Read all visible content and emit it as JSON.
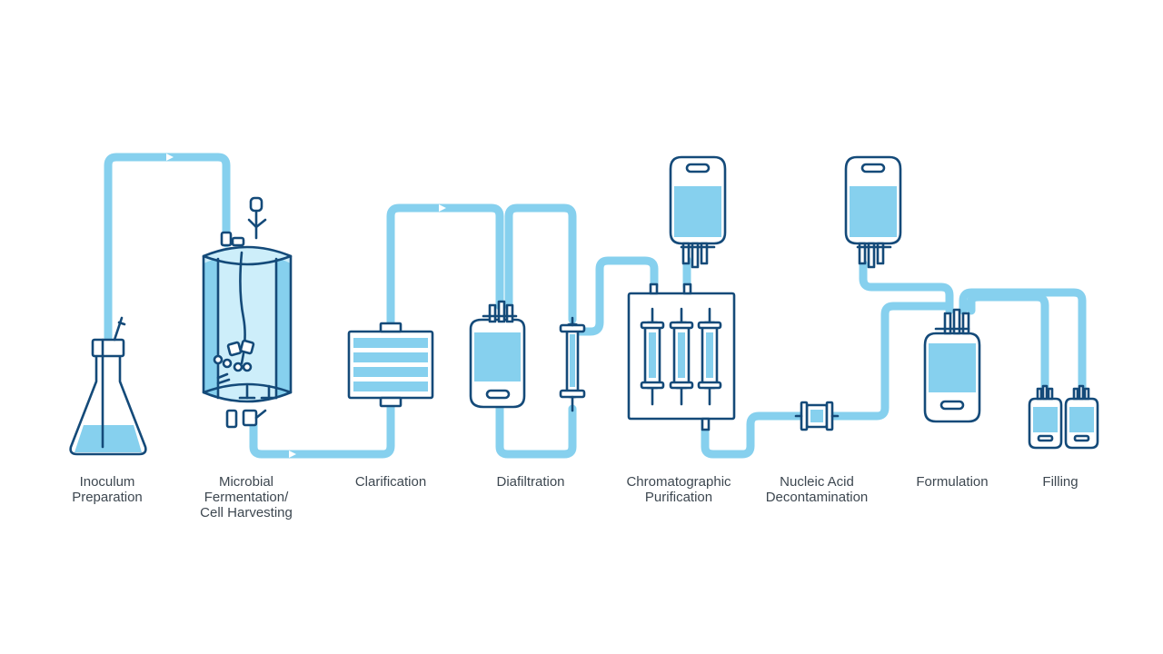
{
  "stages": [
    {
      "id": "inoculum",
      "label": "Inoculum\nPreparation"
    },
    {
      "id": "fermentation",
      "label": "Microbial\nFermentation/\nCell Harvesting"
    },
    {
      "id": "clarification",
      "label": "Clarification"
    },
    {
      "id": "diafiltration",
      "label": "Diafiltration"
    },
    {
      "id": "chromatography",
      "label": "Chromatographic\nPurification"
    },
    {
      "id": "decontamination",
      "label": "Nucleic Acid\nDecontamination"
    },
    {
      "id": "formulation",
      "label": "Formulation"
    },
    {
      "id": "filling",
      "label": "Filling"
    }
  ],
  "colors": {
    "pipe": "#86d0ee",
    "outline": "#144a79",
    "liquid": "#86d0ee",
    "label": "#3d4750"
  },
  "icons": [
    "erlenmeyer-flask-icon",
    "fermentation-tank-icon",
    "clarification-filter-icon",
    "bioprocess-bag-icon",
    "filter-cartridge-icon",
    "chromatography-columns-icon",
    "inline-filter-icon",
    "filling-bottle-icon"
  ]
}
